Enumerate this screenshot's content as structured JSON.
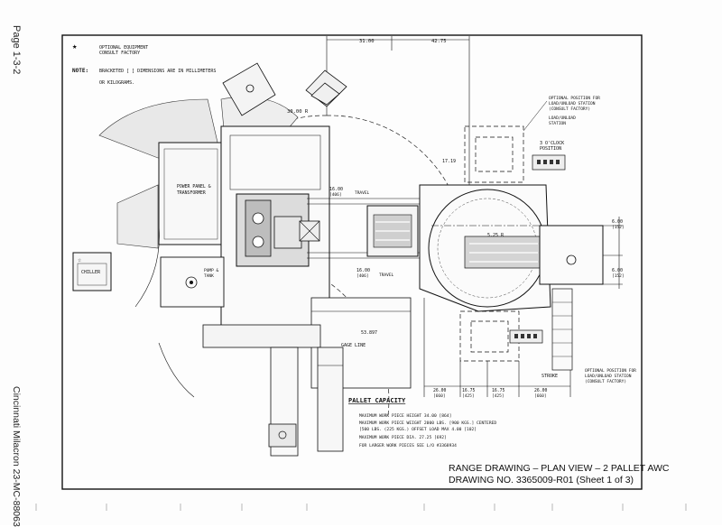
{
  "page_label": "Page 1-3-2",
  "vendor_label": "Cincinnati Milacron 23-MC-88063",
  "legend": {
    "star_note": "OPTIONAL EQUIPMENT",
    "star_note_2": "CONSULT FACTORY",
    "note_label": "NOTE:",
    "note_text": "BRACKETED [ ] DIMENSIONS ARE IN MILLIMETERS",
    "note_text_2": "OR KILOGRAMS."
  },
  "dimensions": {
    "top_31": "31.00",
    "top_42": "42.75",
    "radius_30": "30.00 R",
    "d_17": "17.19",
    "d_525": "5.25 R",
    "x_travel_top": "16.00",
    "x_travel_top_mm": "[406]",
    "x_travel_top_label": "TRAVEL",
    "x_travel_bot": "16.00",
    "x_travel_bot_mm": "[406]",
    "x_travel_bot_label": "TRAVEL",
    "right_6a": "6.00",
    "right_6a_mm": "[152]",
    "right_6b": "6.00",
    "right_6b_mm": "[152]",
    "d_53": "53.897",
    "bottom_26a": "26.00",
    "bottom_26a_mm": "[660]",
    "bottom_1675a": "16.75",
    "bottom_1675a_mm": "[425]",
    "bottom_1675b": "16.75",
    "bottom_1675b_mm": "[425]",
    "bottom_26b": "26.00",
    "bottom_26b_mm": "[660]",
    "stroke": "STROKE",
    "gage_line": "GAGE LINE",
    "three_oclock": "3 O'CLOCK",
    "three_oclock_2": "POSITION"
  },
  "labels": {
    "power_panel": "POWER PANEL &",
    "power_panel_2": "TRANSFORMER",
    "chiller": "CHILLER",
    "pump": "PUMP &",
    "pump_2": "TANK",
    "opt_pos_top_1": "OPTIONAL POSITION FOR",
    "opt_pos_top_2": "LOAD/UNLOAD STATION",
    "opt_pos_top_3": "(CONSULT FACTORY)",
    "load_station_1": "LOAD/UNLOAD",
    "load_station_2": "STATION",
    "opt_pos_bot_1": "OPTIONAL POSITION FOR",
    "opt_pos_bot_2": "LOAD/UNLOAD STATION",
    "opt_pos_bot_3": "(CONSULT FACTORY)"
  },
  "pallet_capacity": {
    "heading": "PALLET CAPACITY",
    "line1": "MAXIMUM WORK PIECE HEIGHT    34.00  [864]",
    "line2": "MAXIMUM WORK PIECE WEIGHT  2000 LBS.  [900 KGS.] CENTERED",
    "line3": "                          [500 LBS. (225 KGS.) OFFSET LOAD MAX 4.00  [102]",
    "line4": "MAXIMUM WORK PIECE DIA.    27.25  [692]",
    "line5": "FOR LARGER WORK PIECES SEE L/O #3368934"
  },
  "title_block": {
    "line1": "RANGE DRAWING – PLAN VIEW – 2 PALLET AWC",
    "line2": "DRAWING NO. 3365009-R01 (Sheet 1 of 3)"
  }
}
